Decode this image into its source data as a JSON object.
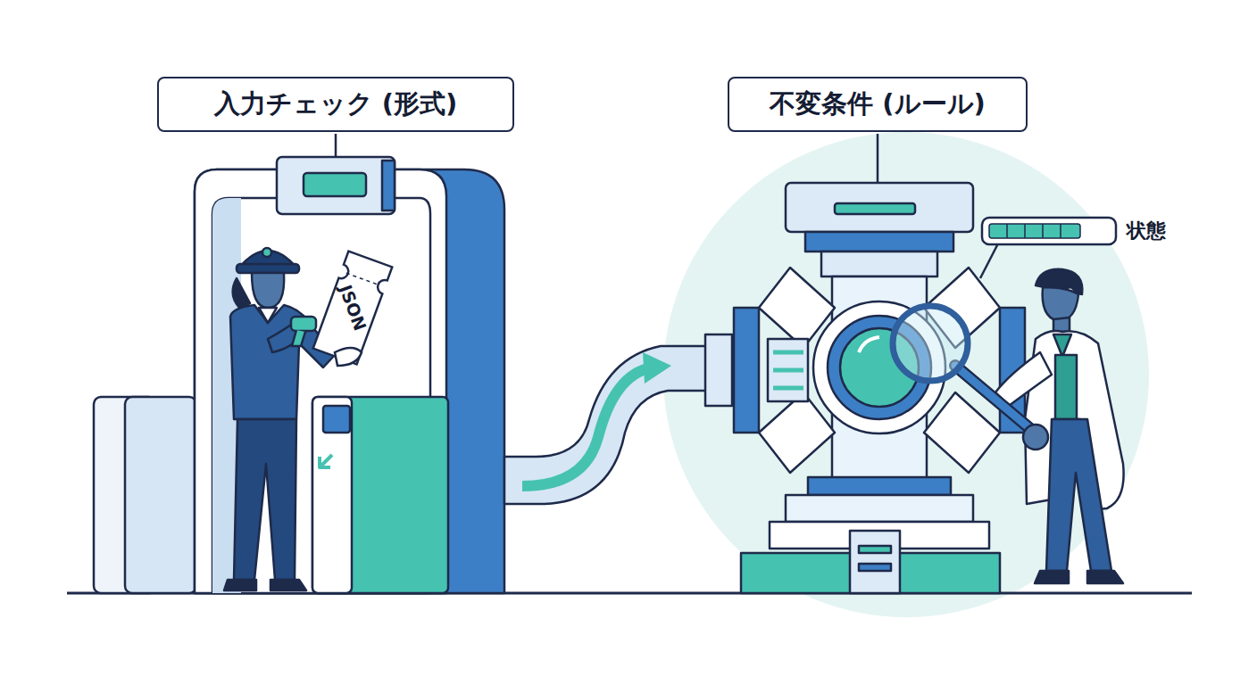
{
  "diagram": {
    "nodes": [
      {
        "text": [
          "入力チェック (形式)"
        ]
      },
      {
        "text": [
          "不変条件 (ルール)"
        ]
      }
    ],
    "labels": [
      "JSON",
      "状態"
    ]
  }
}
